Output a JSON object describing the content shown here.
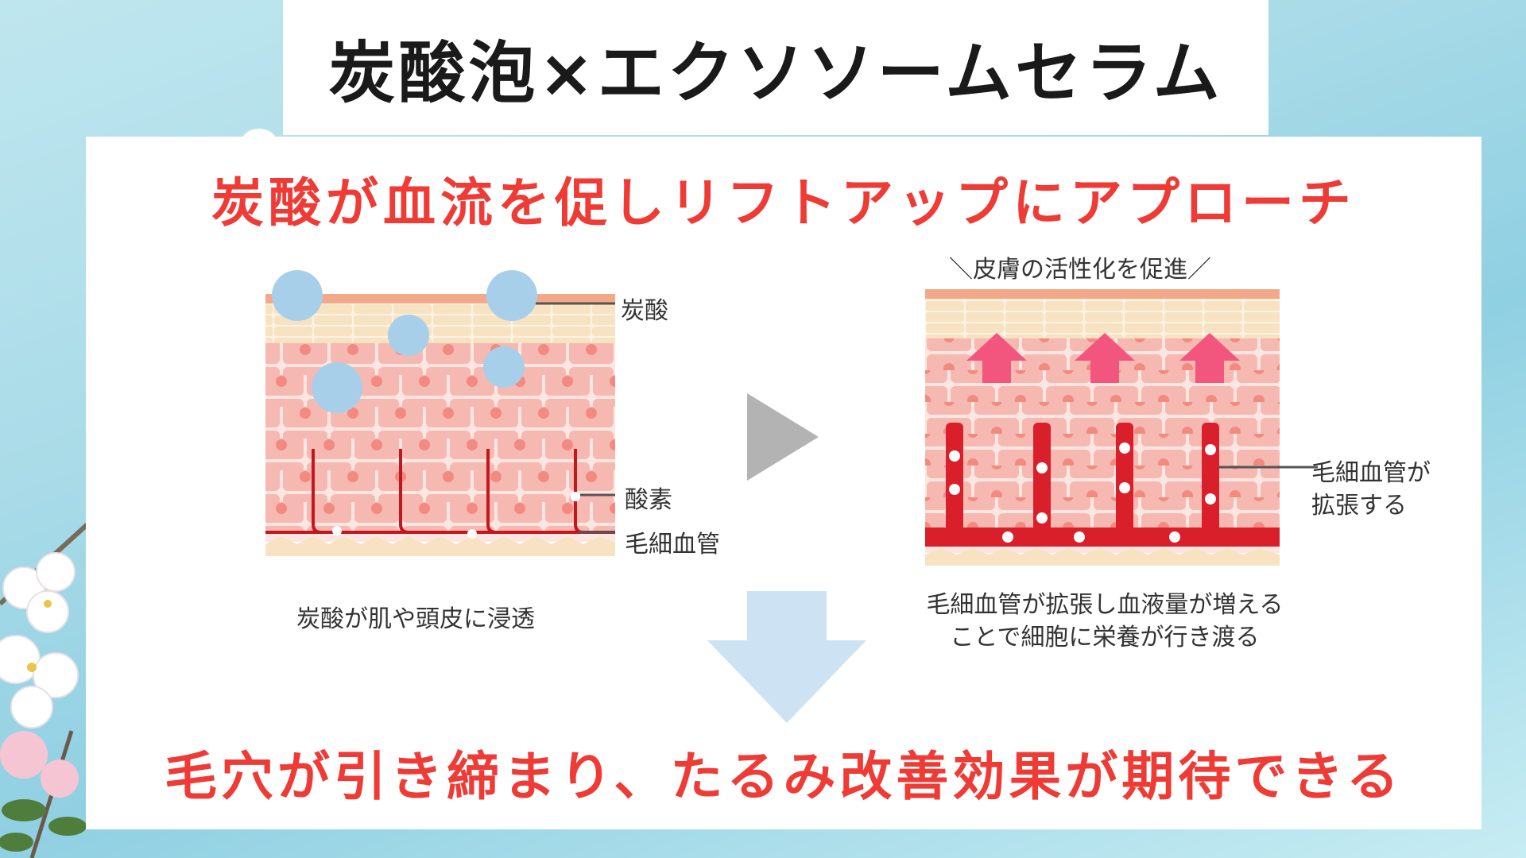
{
  "title": "炭酸泡×エクソソームセラム",
  "headline_top": "炭酸が血流を促しリフトアップにアプローチ",
  "headline_bottom": "毛穴が引き締まり、たるみ改善効果が期待できる",
  "left_figure": {
    "label_carbonic": "炭酸",
    "label_oxygen": "酸素",
    "label_capillary": "毛細血管",
    "caption": "炭酸が肌や頭皮に浸透"
  },
  "right_figure": {
    "heading": "＼皮膚の活性化を促進／",
    "label_line1": "毛細血管が",
    "label_line2": "拡張する",
    "caption_line1": "毛細血管が拡張し血液量が増える",
    "caption_line2": "ことで細胞に栄養が行き渡る"
  },
  "colors": {
    "headline": "#ef3b36",
    "bubble": "#a8cfe9",
    "vessel": "#d81f2a",
    "arrow_pink": "#f2567e",
    "skin_cell": "#f6b9b2",
    "skin_top": "#f2a98a",
    "epidermis": "#f7e2c2",
    "play_arrow": "#b3b3b3",
    "down_arrow": "#cde3f3"
  }
}
